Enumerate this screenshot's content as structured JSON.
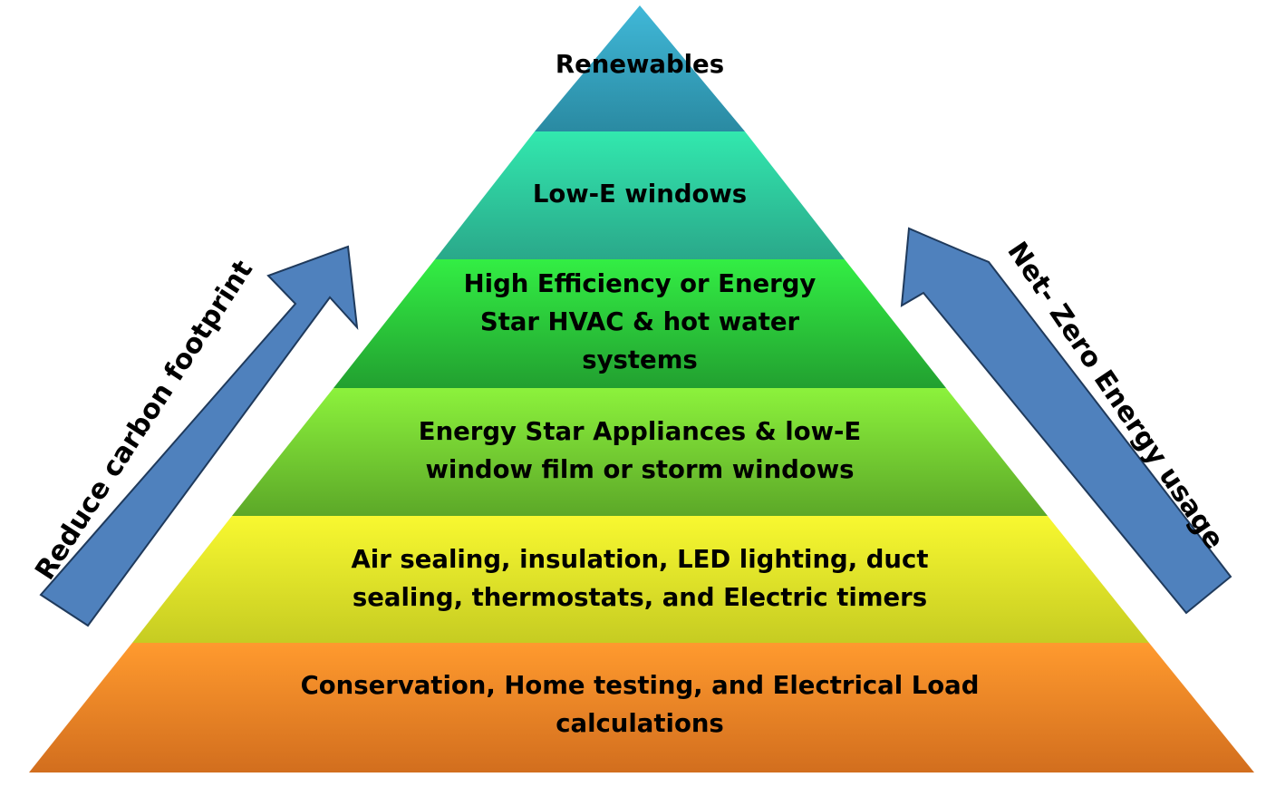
{
  "pyramid": {
    "tiers": [
      {
        "lines": [
          "Renewables"
        ],
        "color_top": "#40b8d8",
        "color_bottom": "#2a8aa2"
      },
      {
        "lines": [
          "Low-E windows"
        ],
        "color_top": "#32e8ae",
        "color_bottom": "#2aa88a"
      },
      {
        "lines": [
          "High Efficiency or Energy",
          "Star HVAC & hot water",
          "systems"
        ],
        "color_top": "#33ee44",
        "color_bottom": "#22a030"
      },
      {
        "lines": [
          "Energy Star Appliances  & low-E",
          "window film or storm windows"
        ],
        "color_top": "#8cf23c",
        "color_bottom": "#5ca828"
      },
      {
        "lines": [
          "Air sealing, insulation, LED lighting, duct",
          "sealing, thermostats, and Electric timers"
        ],
        "color_top": "#f8f830",
        "color_bottom": "#c6cc22"
      },
      {
        "lines": [
          "Conservation, Home testing, and Electrical Load",
          "calculations"
        ],
        "color_top": "#ff9a2e",
        "color_bottom": "#d26e1e"
      }
    ]
  },
  "arrows": {
    "left": {
      "label": "Reduce carbon footprint",
      "color": "#4f81bd",
      "border": "#1f3a5c"
    },
    "right": {
      "label": "Net- Zero Energy usage",
      "color": "#4f81bd",
      "border": "#1f3a5c"
    }
  }
}
